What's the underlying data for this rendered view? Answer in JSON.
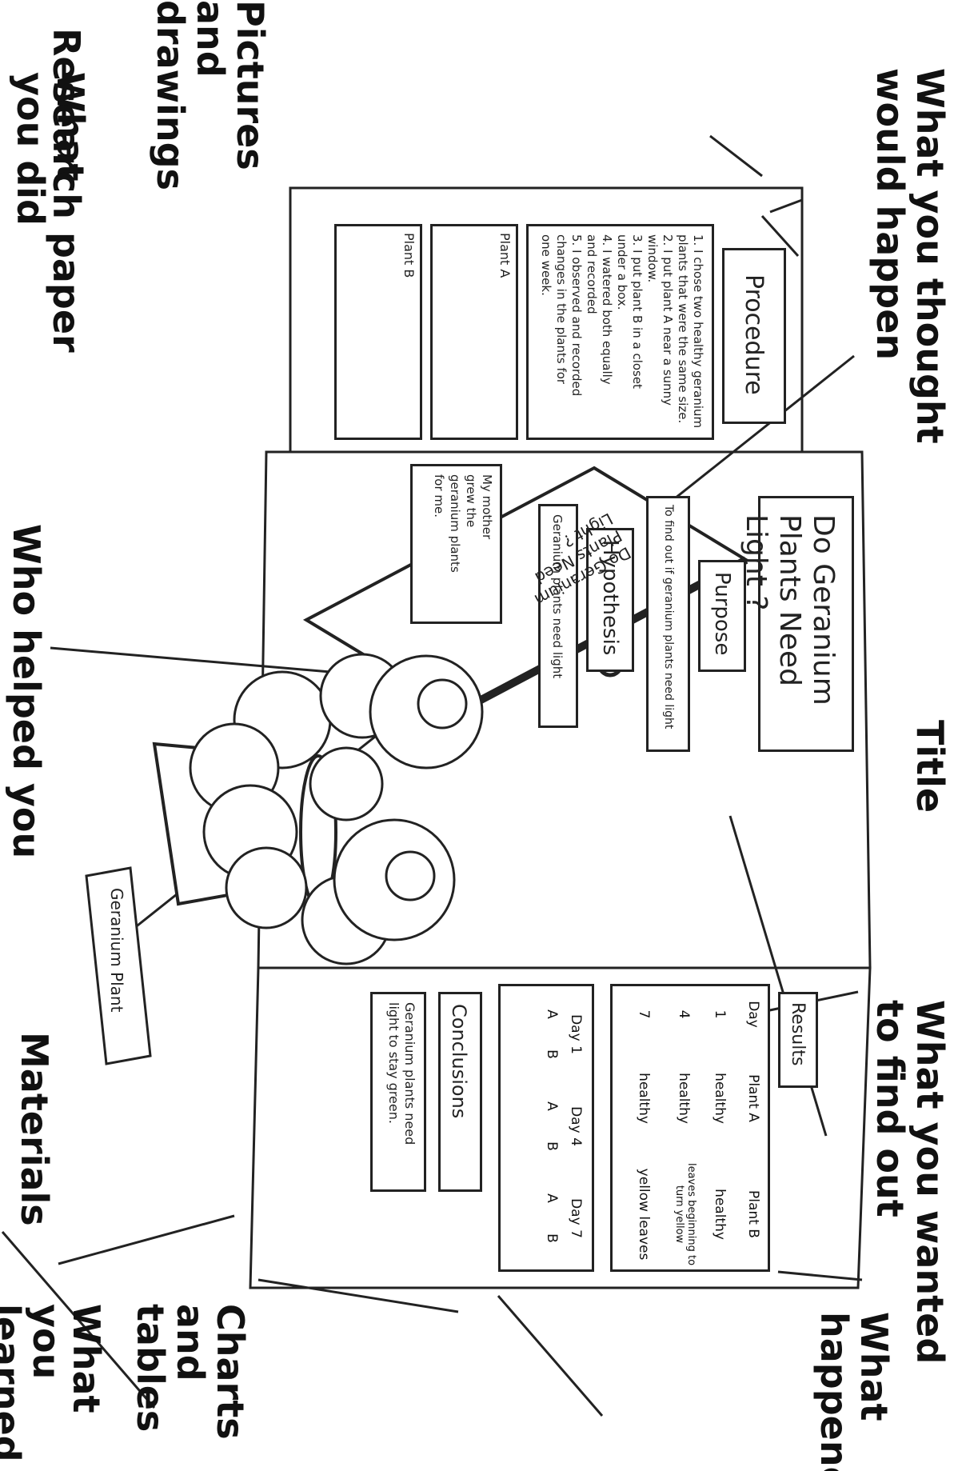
{
  "callouts": {
    "what_you_did": "What\nyou did",
    "pictures": "Pictures\nand\ndrawings",
    "research": "Research paper",
    "thought": "What you thought\nwould happen",
    "who_helped": "Who helped you",
    "title": "Title",
    "wanted": "What you wanted\nto find out",
    "materials": "Materials",
    "happened": "What\nhappened",
    "charts": "Charts\nand tables",
    "learned": "What you\nlearned"
  },
  "board": {
    "procedure_heading": "Procedure",
    "procedure_steps": [
      "1. I chose two healthy geranium",
      "plants that were the same size.",
      "2. I put plant A near a sunny",
      "window.",
      "3. I put plant B in a closet",
      "under a box.",
      "4. I watered both equally",
      "and recorded",
      "5. I observed and recorded",
      "changes in the plants for",
      "one week."
    ],
    "plant_a_label": "Plant A",
    "plant_b_label": "Plant B",
    "title": "Do Geranium\nPlants Need Light ?",
    "purpose_heading": "Purpose",
    "purpose_text": "To find out if geranium plants need light",
    "hypothesis_heading": "Hypothesis",
    "hypothesis_text": "Geranium plants need light",
    "helper_text": "My mother\ngrew the\ngeranium plants\nfor me.",
    "results_heading": "Results",
    "results_table": {
      "headers": [
        "Day",
        "Plant A",
        "Plant B"
      ],
      "rows": [
        [
          "1",
          "healthy",
          "healthy"
        ],
        [
          "4",
          "healthy",
          "leaves beginning to turn yellow"
        ],
        [
          "7",
          "healthy",
          "yellow leaves"
        ]
      ]
    },
    "day_panels": [
      {
        "day": "Day 1",
        "a": "A",
        "b": "B"
      },
      {
        "day": "Day 4",
        "a": "A",
        "b": "B"
      },
      {
        "day": "Day 7",
        "a": "A",
        "b": "B"
      }
    ],
    "conclusions_heading": "Conclusions",
    "conclusions_text": "Geranium plants need\nlight to stay green.",
    "research_paper_title": "Do Geranium\nPlants Need\nLight ?",
    "materials_tag": "Geranium Plant"
  }
}
